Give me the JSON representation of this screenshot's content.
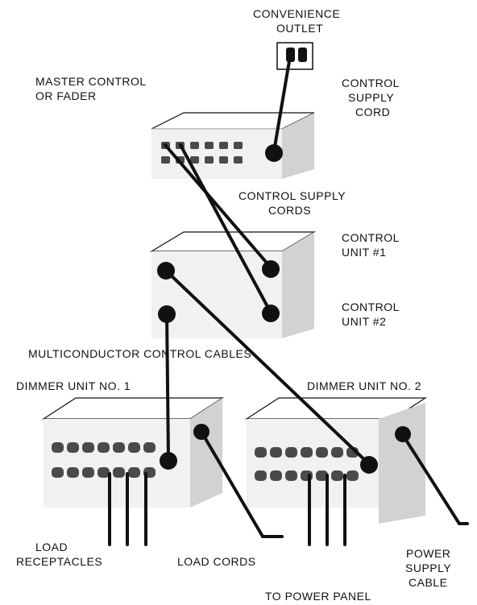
{
  "labels": {
    "convenience_outlet": [
      "CONVENIENCE",
      "OUTLET"
    ],
    "master_control": [
      "MASTER CONTROL",
      "OR FADER"
    ],
    "control_supply_cord": [
      "CONTROL",
      "SUPPLY",
      "CORD"
    ],
    "control_supply_cords": [
      "CONTROL SUPPLY",
      "CORDS"
    ],
    "control_unit_1": [
      "CONTROL",
      "UNIT #1"
    ],
    "control_unit_2": [
      "CONTROL",
      "UNIT #2"
    ],
    "multiconductor": "MULTICONDUCTOR CONTROL CABLES",
    "dimmer_unit_1": "DIMMER UNIT NO. 1",
    "dimmer_unit_2": "DIMMER UNIT NO. 2",
    "load_receptacles": [
      "LOAD",
      "RECEPTACLES"
    ],
    "load_cords": "LOAD CORDS",
    "power_supply_cable": [
      "POWER",
      "SUPPLY",
      "CABLE"
    ],
    "to_power_panel": "TO POWER PANEL"
  },
  "colors": {
    "ink": "#111111",
    "box_top": "#ffffff",
    "box_front": "#f1f1f1",
    "box_side": "#d2d2d2",
    "receptacle": "#4a4a4a"
  }
}
